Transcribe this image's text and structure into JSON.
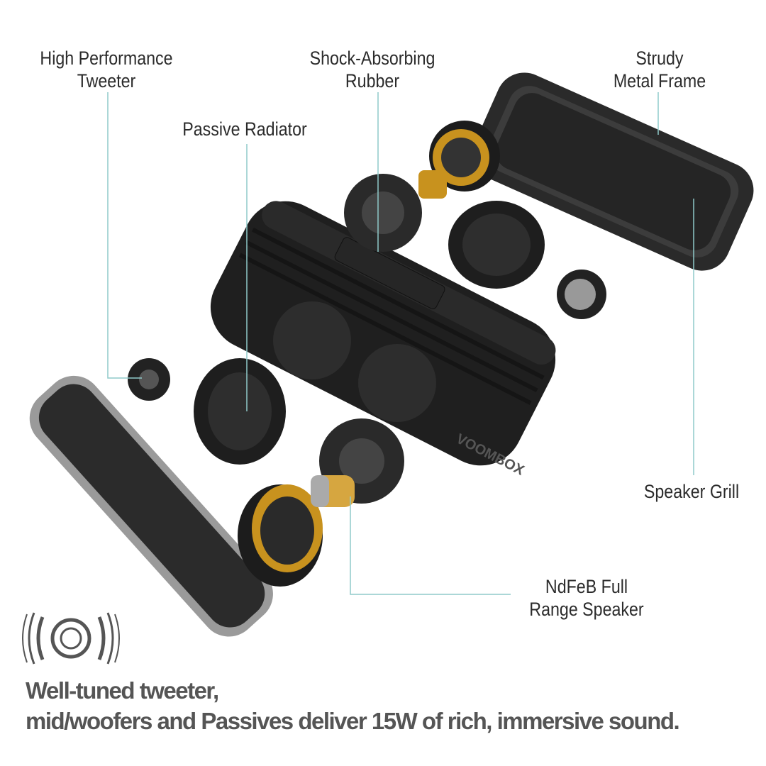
{
  "labels": {
    "tweeter": [
      "High Performance",
      "Tweeter"
    ],
    "rubber": [
      "Shock-Absorbing",
      "Rubber"
    ],
    "frame": [
      "Strudy",
      "Metal Frame"
    ],
    "radiator": "Passive Radiator",
    "grill": "Speaker Grill",
    "speaker": [
      "NdFeB Full",
      "Range Speaker"
    ]
  },
  "brand": "VOOMBOX",
  "tagline": [
    "Well-tuned tweeter,",
    "mid/woofers and Passives deliver  15W of rich, immersive sound."
  ],
  "colors": {
    "leader": "#8fcaca",
    "text": "#2b2b2b",
    "tagline": "#555555",
    "body": "#1e1e1e",
    "gold": "#c8921e"
  }
}
